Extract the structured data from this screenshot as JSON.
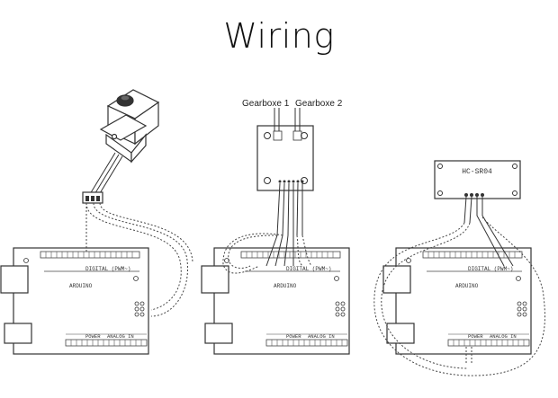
{
  "title": "Wiring",
  "gearbox_labels": [
    "Gearboxe 1",
    "Gearboxe 2"
  ],
  "sensor_label": "HC-SR04",
  "board": {
    "name": "ARDUINO",
    "digital_label": "DIGITAL (PWM~)",
    "power_label": "POWER",
    "analog_label": "ANALOG IN"
  },
  "colors": {
    "line": "#333333",
    "background": "#ffffff"
  }
}
